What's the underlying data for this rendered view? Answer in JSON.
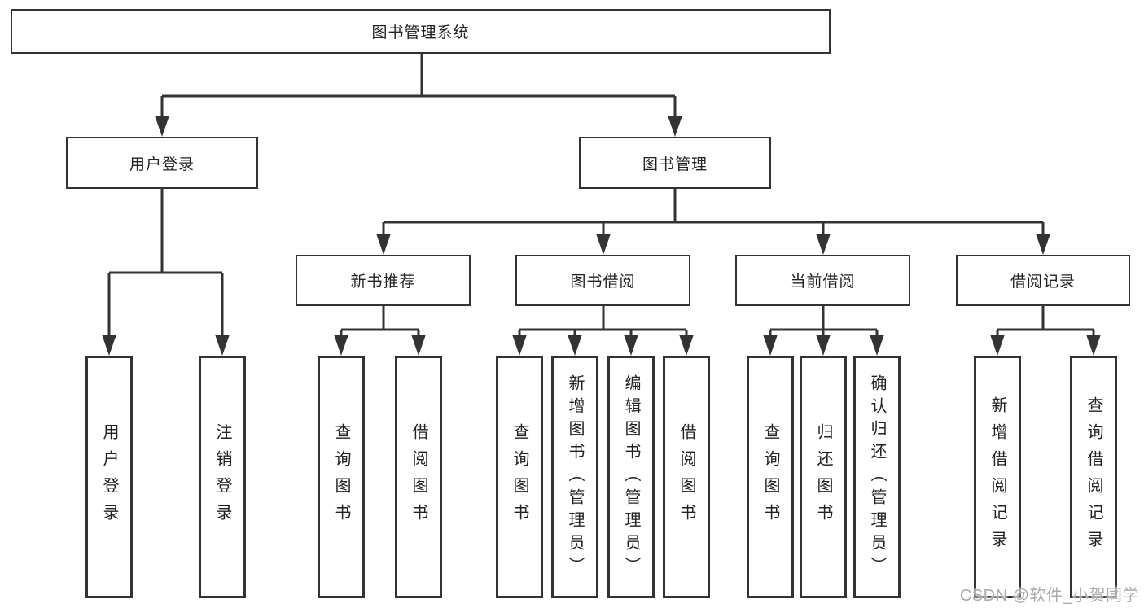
{
  "watermark": "CSDN @软件_小贺同学",
  "colors": {
    "line": "#333333",
    "box_border": "#333333",
    "text": "#222222",
    "background": "#ffffff",
    "watermark": "#ababab"
  },
  "tree": {
    "root": {
      "label": "图书管理系统"
    },
    "branches": [
      {
        "label": "用户登录",
        "children": [
          {
            "label": "用户登录"
          },
          {
            "label": "注销登录"
          }
        ]
      },
      {
        "label": "图书管理",
        "children": [
          {
            "label": "新书推荐",
            "children": [
              {
                "label": "查询图书"
              },
              {
                "label": "借阅图书"
              }
            ]
          },
          {
            "label": "图书借阅",
            "children": [
              {
                "label": "查询图书"
              },
              {
                "label": "新增图书（管理员）"
              },
              {
                "label": "编辑图书（管理员）"
              },
              {
                "label": "借阅图书"
              }
            ]
          },
          {
            "label": "当前借阅",
            "children": [
              {
                "label": "查询图书"
              },
              {
                "label": "归还图书"
              },
              {
                "label": "确认归还（管理员）"
              }
            ]
          },
          {
            "label": "借阅记录",
            "children": [
              {
                "label": "新增借阅记录"
              },
              {
                "label": "查询借阅记录"
              }
            ]
          }
        ]
      }
    ]
  }
}
